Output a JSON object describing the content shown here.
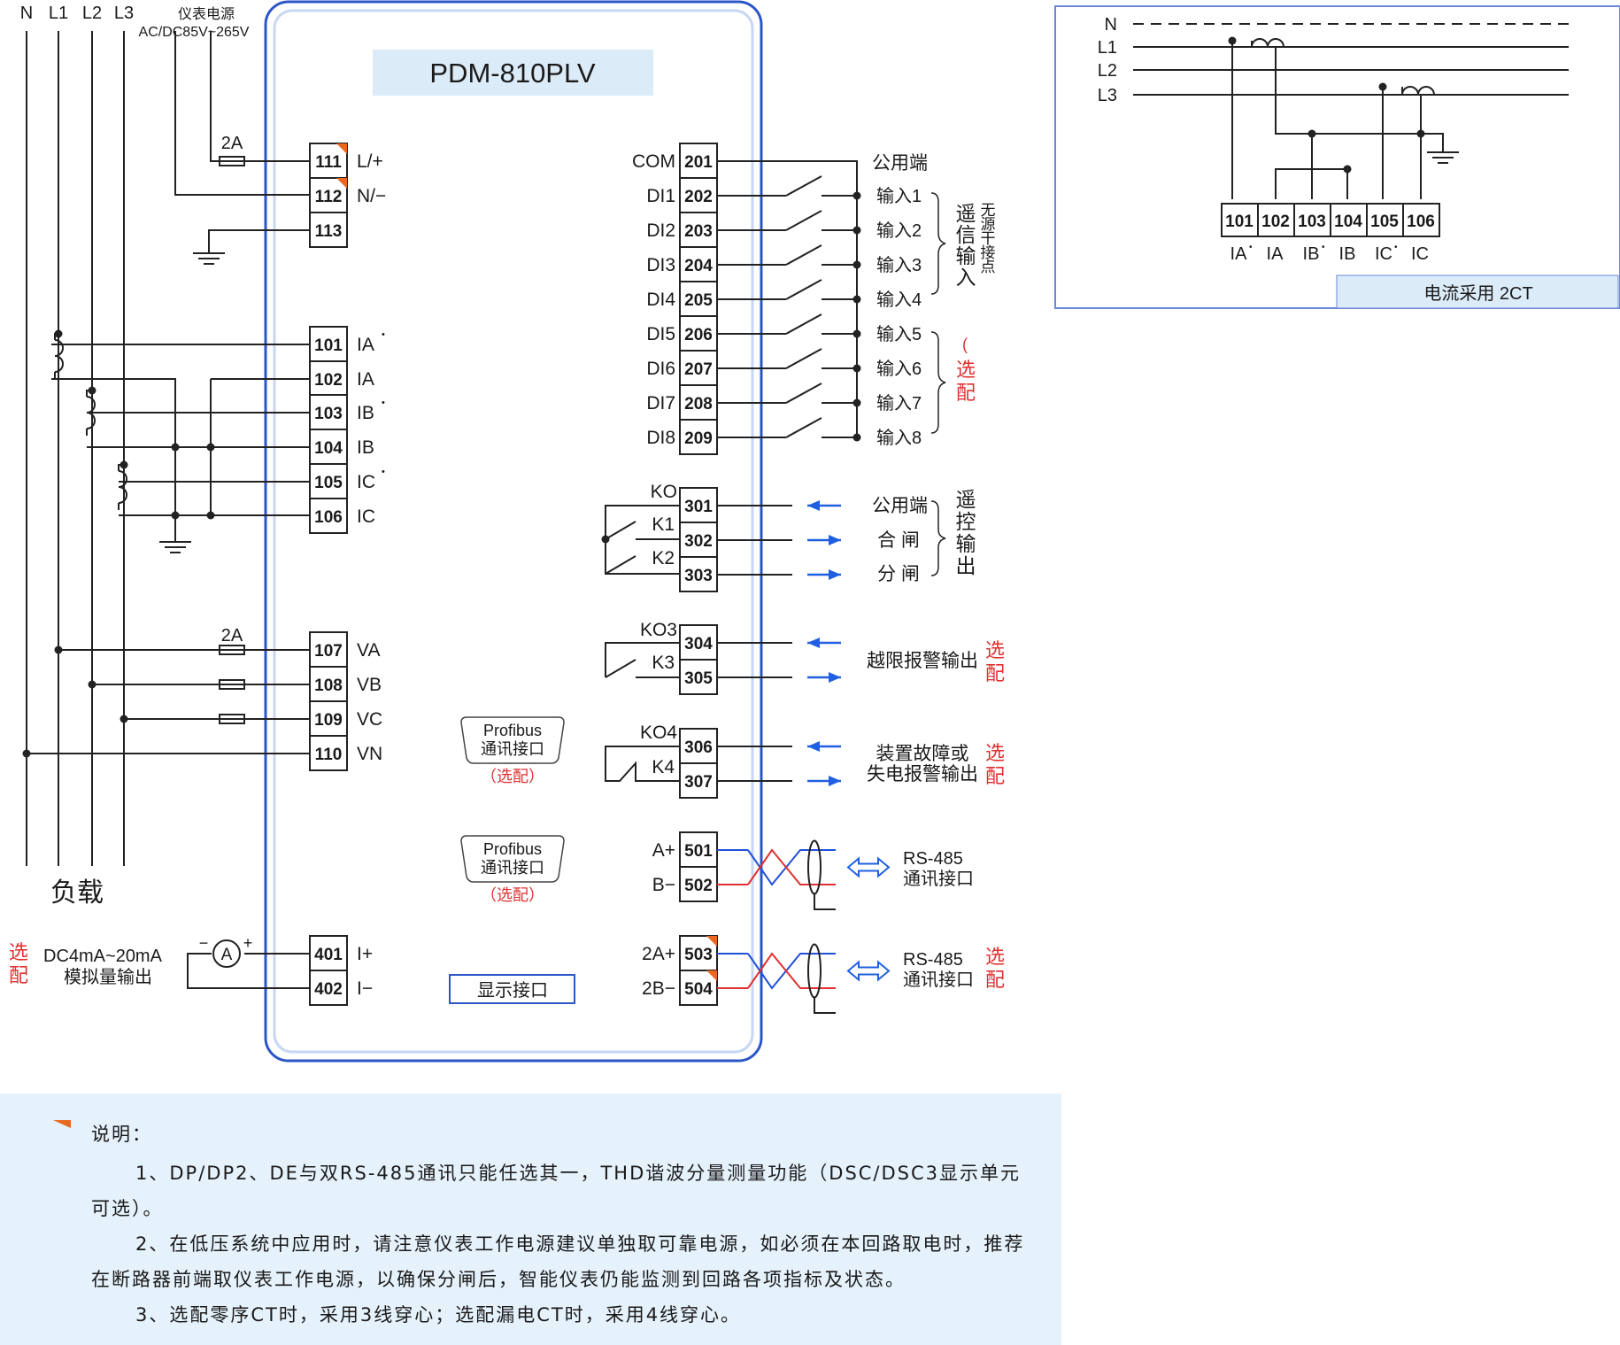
{
  "model": "PDM-810PLV",
  "power_label": "仪表电源",
  "power_range": "AC/DC85V~265V",
  "phase_lines": [
    "N",
    "L1",
    "L2",
    "L3"
  ],
  "load_label": "负载",
  "fuse_label": "2A",
  "left_terminals": [
    {
      "num": "111",
      "label": "L/+"
    },
    {
      "num": "112",
      "label": "N/−"
    },
    {
      "num": "113",
      "label": ""
    },
    {
      "num": "101",
      "label": "IA"
    },
    {
      "num": "102",
      "label": "IA"
    },
    {
      "num": "103",
      "label": "IB"
    },
    {
      "num": "104",
      "label": "IB"
    },
    {
      "num": "105",
      "label": "IC"
    },
    {
      "num": "106",
      "label": "IC"
    },
    {
      "num": "107",
      "label": "VA"
    },
    {
      "num": "108",
      "label": "VB"
    },
    {
      "num": "109",
      "label": "VC"
    },
    {
      "num": "110",
      "label": "VN"
    },
    {
      "num": "401",
      "label": "I+"
    },
    {
      "num": "402",
      "label": "I−"
    }
  ],
  "right_terminals": [
    {
      "num": "201",
      "label": "COM"
    },
    {
      "num": "202",
      "label": "DI1"
    },
    {
      "num": "203",
      "label": "DI2"
    },
    {
      "num": "204",
      "label": "DI3"
    },
    {
      "num": "205",
      "label": "DI4"
    },
    {
      "num": "206",
      "label": "DI5"
    },
    {
      "num": "207",
      "label": "DI6"
    },
    {
      "num": "208",
      "label": "DI7"
    },
    {
      "num": "209",
      "label": "DI8"
    },
    {
      "num": "301",
      "label": "KO"
    },
    {
      "num": "302",
      "label": "K1"
    },
    {
      "num": "303",
      "label": "K2"
    },
    {
      "num": "304",
      "label": "KO3"
    },
    {
      "num": "305",
      "label": "K3"
    },
    {
      "num": "306",
      "label": "KO4"
    },
    {
      "num": "307",
      "label": "K4"
    },
    {
      "num": "501",
      "label": "A+"
    },
    {
      "num": "502",
      "label": "B−"
    },
    {
      "num": "503",
      "label": "2A+"
    },
    {
      "num": "504",
      "label": "2B−"
    }
  ],
  "di_labels": [
    "公用端",
    "输入1",
    "输入2",
    "输入3",
    "输入4",
    "输入5",
    "输入6",
    "输入7",
    "输入8"
  ],
  "di_group_label": "遥信输入",
  "di_group_sub": "无源干接点",
  "optional_label": "选配",
  "optional_paren": "（选配）",
  "relay_labels": [
    "公用端",
    "合 闸",
    "分 闸"
  ],
  "relay_group_label": "遥控输出",
  "alarm_label": "越限报警输出",
  "fault_label_1": "装置故障或",
  "fault_label_2": "失电报警输出",
  "rs485_label": "RS-485",
  "comm_port_label": "通讯接口",
  "profibus_label": "Profibus",
  "display_port": "显示接口",
  "analog_label_1": "DC4mA~20mA",
  "analog_label_2": "模拟量输出",
  "ammeter_symbol": "A",
  "inset_lines": [
    "N",
    "L1",
    "L2",
    "L3"
  ],
  "inset_terminals": [
    "101",
    "102",
    "103",
    "104",
    "105",
    "106"
  ],
  "inset_labels": [
    "IA",
    "IA",
    "IB",
    "IB",
    "IC",
    "IC"
  ],
  "inset_caption": "电流采用 2CT",
  "notes_title": "说明：",
  "notes": [
    "1、DP/DP2、DE与双RS-485通讯只能任选其一，THD谐波分量测量功能（DSC/DSC3显示单元可选）。",
    "2、在低压系统中应用时，请注意仪表工作电源建议单独取可靠电源，如必须在本回路取电时，推荐在断路器前端取仪表工作电源，以确保分闸后，智能仪表仍能监测到回路各项指标及状态。",
    "3、选配零序CT时，采用3线穿心；选配漏电CT时，采用4线穿心。"
  ],
  "colors": {
    "frame": "#2c56c8",
    "accent": "#e8691f",
    "optional": "#e03030",
    "arrow": "#2060e0",
    "panel": "#e5f1fb",
    "wire_red": "#e03030",
    "wire_blue": "#2050d8"
  }
}
